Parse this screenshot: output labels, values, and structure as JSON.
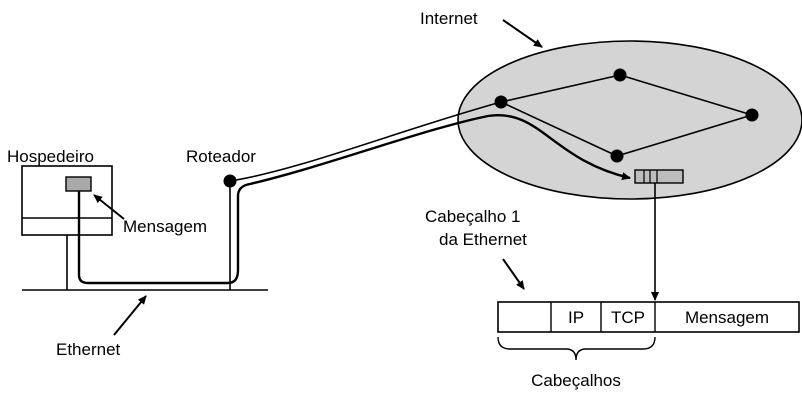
{
  "labels": {
    "internet": "Internet",
    "host": "Hospedeiro",
    "router": "Roteador",
    "message_in_host": "Mensagem",
    "ethernet_bottom": "Ethernet",
    "ethernet_header_line1": "Cabeçalho 1",
    "ethernet_header_line2": "da Ethernet",
    "headers": "Cabeçalhos"
  },
  "packet": {
    "fields": [
      "",
      "IP",
      "TCP",
      "Mensagem"
    ]
  },
  "colors": {
    "cloud_fill": "#d4d4d4",
    "message_block": "#a9a9a9",
    "packet_gray": "#bdbdbd",
    "line": "#000000"
  }
}
